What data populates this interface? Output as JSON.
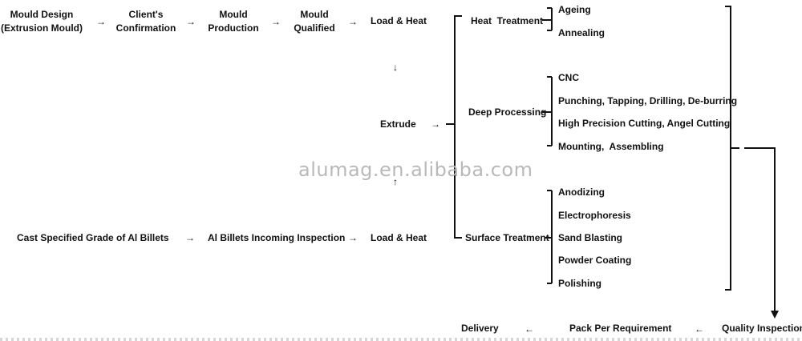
{
  "flow_top": {
    "mould_design": "Mould Design\n(Extrusion Mould)",
    "client_confirmation": "Client's\nConfirmation",
    "mould_production": "Mould\nProduction",
    "mould_qualified": "Mould\nQualified",
    "load_heat_top": "Load & Heat"
  },
  "flow_middle": {
    "extrude": "Extrude"
  },
  "flow_bottom": {
    "cast_billets": "Cast Specified Grade of Al Billets",
    "billets_inspection": "Al Billets Incoming Inspection",
    "load_heat_bottom": "Load & Heat"
  },
  "processes": {
    "heat_treatment": {
      "label": "Heat  Treatment",
      "items": [
        "Ageing",
        "Annealing"
      ]
    },
    "deep_processing": {
      "label": "Deep Processing",
      "items": [
        "CNC",
        "Punching, Tapping, Drilling, De-burring",
        "High Precision Cutting, Angel Cutting",
        "Mounting,  Assembling"
      ]
    },
    "surface_treatment": {
      "label": "Surface Treatment",
      "items": [
        "Anodizing",
        "Electrophoresis",
        "Sand Blasting",
        "Powder Coating",
        "Polishing"
      ]
    }
  },
  "flow_end": {
    "quality_inspection": "Quality Inspection",
    "pack": "Pack Per Requirement",
    "delivery": "Delivery"
  },
  "arrows": {
    "right": "→",
    "left": "←",
    "down": "↓",
    "up": "↑"
  },
  "watermark": "alumag.en.alibaba.com"
}
